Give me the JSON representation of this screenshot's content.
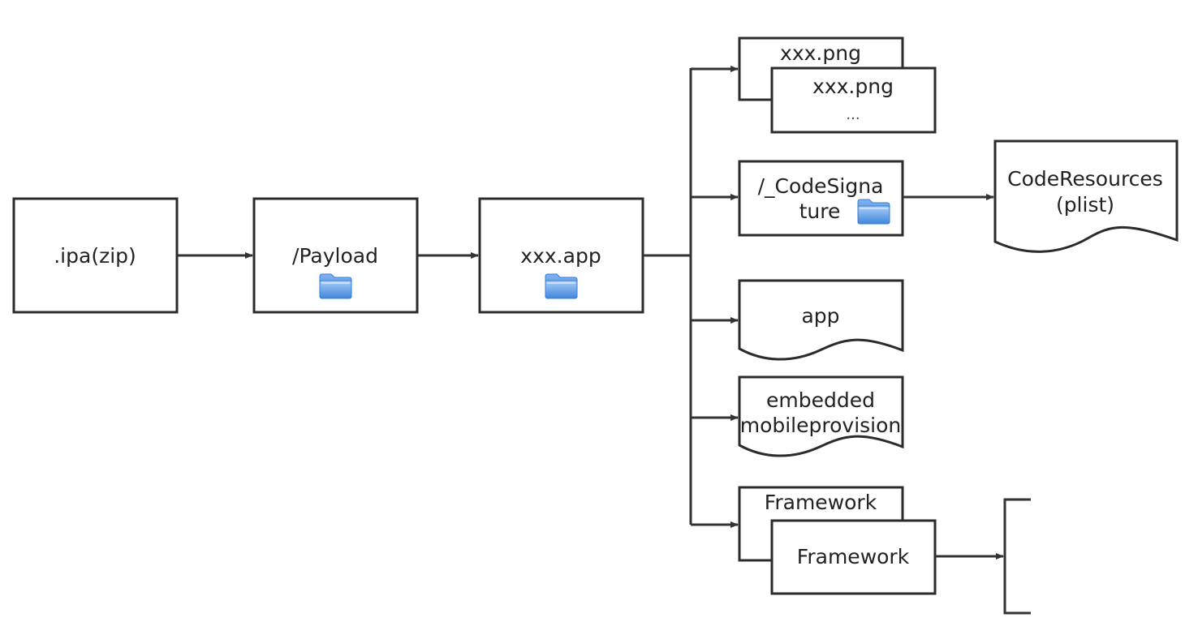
{
  "nodes": {
    "ipa": ".ipa(zip)",
    "payload": "/Payload",
    "app_bundle": "xxx.app",
    "png_back": "xxx.png",
    "png_front": "xxx.png",
    "png_more": "...",
    "codesignature_line1": "/_CodeSigna",
    "codesignature_line2": "ture",
    "coderesources_line1": "CodeResources",
    "coderesources_line2": "(plist)",
    "app_binary": "app",
    "embedded_line1": "embedded",
    "embedded_line2": "mobileprovision",
    "framework_back": "Framework",
    "framework_front": "Framework"
  },
  "icons": {
    "folder": "folder-icon",
    "folder_color": "#5b9be6"
  },
  "colors": {
    "stroke": "#2b2b2b",
    "text": "#222222",
    "background": "#ffffff"
  }
}
